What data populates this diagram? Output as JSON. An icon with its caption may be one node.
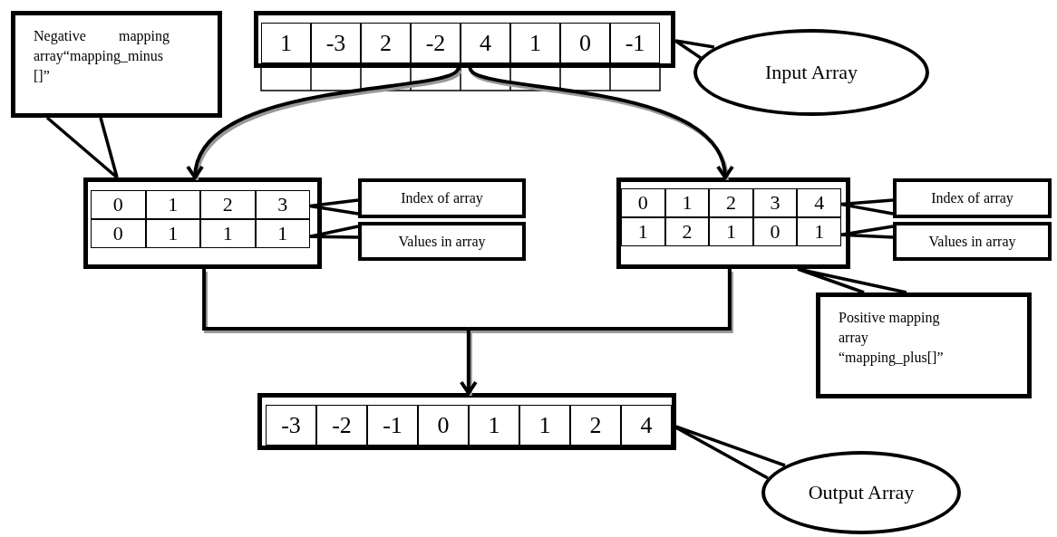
{
  "diagram": {
    "nodes": [
      {
        "text": [],
        "shape": "box"
      },
      {
        "text": [
          "1"
        ],
        "in": 0
      },
      {
        "text": [
          "-3"
        ],
        "in": 0
      },
      {
        "text": [
          "2"
        ],
        "in": 0
      },
      {
        "text": [
          "-2"
        ],
        "in": 0
      },
      {
        "text": [
          "4"
        ],
        "in": 0
      },
      {
        "text": [
          "1"
        ],
        "in": 0
      },
      {
        "text": [
          "0"
        ],
        "in": 0
      },
      {
        "text": [
          "-1"
        ],
        "in": 0
      },
      {
        "text": [],
        "shape": "box"
      },
      {
        "text": [
          "0"
        ],
        "in": 9
      },
      {
        "text": [
          "1"
        ],
        "in": 9
      },
      {
        "text": [
          "2"
        ],
        "in": 9
      },
      {
        "text": [
          "3"
        ],
        "in": 9
      },
      {
        "text": [
          "0"
        ],
        "in": 9
      },
      {
        "text": [
          "1"
        ],
        "in": 9
      },
      {
        "text": [
          "1"
        ],
        "in": 9
      },
      {
        "text": [
          "1"
        ],
        "in": 9
      },
      {
        "text": [],
        "shape": "box"
      },
      {
        "text": [
          "0"
        ],
        "in": 18
      },
      {
        "text": [
          "1"
        ],
        "in": 18
      },
      {
        "text": [
          "2"
        ],
        "in": 18
      },
      {
        "text": [
          "3"
        ],
        "in": 18
      },
      {
        "text": [
          "4"
        ],
        "in": 18
      },
      {
        "text": [
          "1"
        ],
        "in": 18
      },
      {
        "text": [
          "2"
        ],
        "in": 18
      },
      {
        "text": [
          "1"
        ],
        "in": 18
      },
      {
        "text": [
          "0"
        ],
        "in": 18
      },
      {
        "text": [
          "1"
        ],
        "in": 18
      },
      {
        "text": [],
        "shape": "box"
      },
      {
        "text": [
          "-3"
        ],
        "in": 29
      },
      {
        "text": [
          "-2"
        ],
        "in": 29
      },
      {
        "text": [
          "-1"
        ],
        "in": 29
      },
      {
        "text": [
          "0"
        ],
        "in": 29
      },
      {
        "text": [
          "1"
        ],
        "in": 29
      },
      {
        "text": [
          "1"
        ],
        "in": 29
      },
      {
        "text": [
          "2"
        ],
        "in": 29
      },
      {
        "text": [
          "4"
        ],
        "in": 29
      },
      {
        "text": [
          "Negative mapping array“mapping_minus []”"
        ]
      },
      {
        "text": [
          "Input Array"
        ]
      },
      {
        "text": [
          "Index of array"
        ]
      },
      {
        "text": [
          "Values in array"
        ]
      },
      {
        "text": [
          "Index of array"
        ]
      },
      {
        "text": [
          "Values in array"
        ]
      },
      {
        "text": [
          "Positive mapping array “mapping_plus[]”"
        ]
      },
      {
        "text": [
          "Output Array"
        ]
      }
    ],
    "edges": [
      {
        "from": 0,
        "to": 9,
        "arrow": "to"
      },
      {
        "from": 0,
        "to": 18,
        "arrow": "to"
      },
      {
        "from": 9,
        "to": 29,
        "arrow": "to"
      },
      {
        "from": 18,
        "to": 29,
        "arrow": "to"
      },
      {
        "from": 38,
        "to": 9,
        "arrow": "none"
      },
      {
        "from": 39,
        "to": 0,
        "arrow": "none"
      },
      {
        "from": 40,
        "to": 13,
        "arrow": "none"
      },
      {
        "from": 41,
        "to": 17,
        "arrow": "none"
      },
      {
        "from": 42,
        "to": 23,
        "arrow": "none"
      },
      {
        "from": 43,
        "to": 28,
        "arrow": "none"
      },
      {
        "from": 44,
        "to": 18,
        "arrow": "none"
      },
      {
        "from": 45,
        "to": 37,
        "arrow": "none"
      }
    ]
  }
}
